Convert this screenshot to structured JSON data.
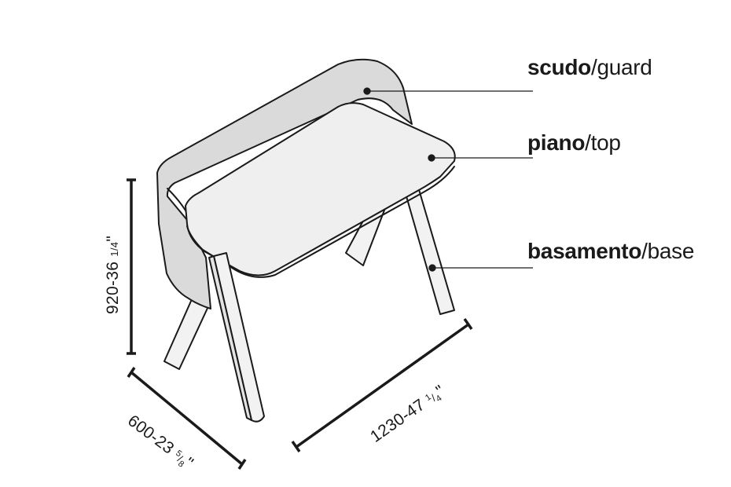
{
  "callouts": {
    "guard": {
      "bold": "scudo",
      "sep": "/",
      "rest": "guard"
    },
    "top": {
      "bold": "piano",
      "sep": "/",
      "rest": "top"
    },
    "base": {
      "bold": "basamento",
      "sep": "/",
      "rest": "base"
    }
  },
  "dimensions": {
    "height": {
      "mm_in": "920-36",
      "frac": "1/4",
      "quote": "\""
    },
    "depth": {
      "mm_in": "600-23",
      "frac_num": "5",
      "frac_den": "8",
      "quote": "\""
    },
    "width": {
      "mm_in": "1230-47",
      "frac_num": "1",
      "frac_den": "4",
      "quote": "\""
    }
  },
  "colors": {
    "guard_fill": "#dadada",
    "top_fill": "#efefef",
    "base_fill": "#f2f2f2",
    "stroke": "#1a1a1a"
  }
}
